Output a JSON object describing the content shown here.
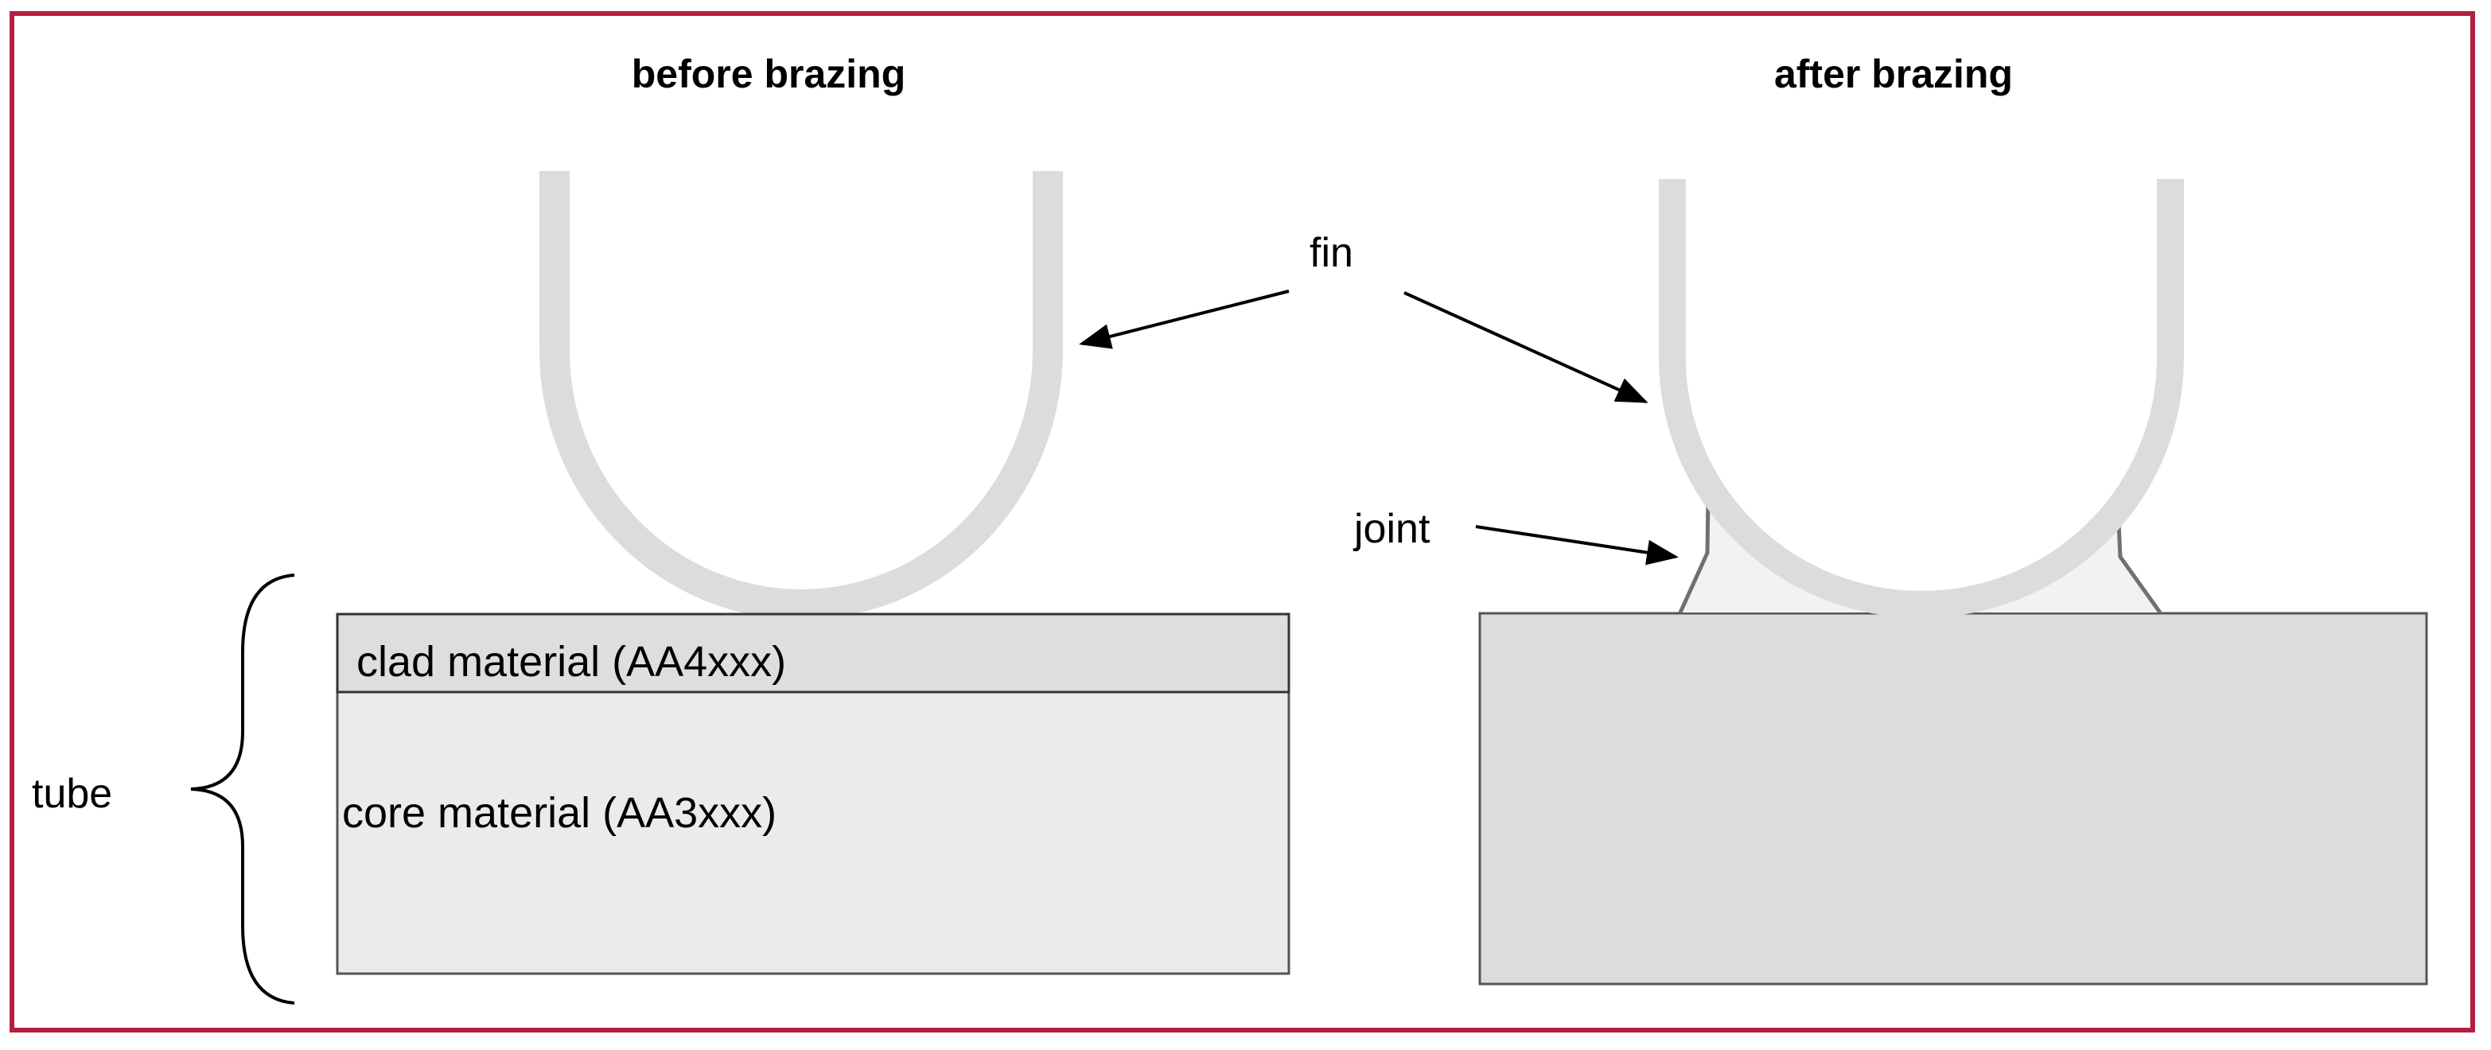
{
  "titles": {
    "before": "before brazing",
    "after": "after brazing"
  },
  "labels": {
    "fin": "fin",
    "joint": "joint",
    "tube": "tube",
    "clad": "clad material (AA4xxx)",
    "core": "core material (AA3xxx)"
  },
  "colors": {
    "border": "#b51f3f",
    "fin": "#dcdcdc",
    "clad_fill": "#dedede",
    "core_fill": "#ebebeb",
    "tube_after_fill": "#dcdcdc",
    "joint_fill": "#f2f2f2",
    "joint_edge": "#707070"
  }
}
